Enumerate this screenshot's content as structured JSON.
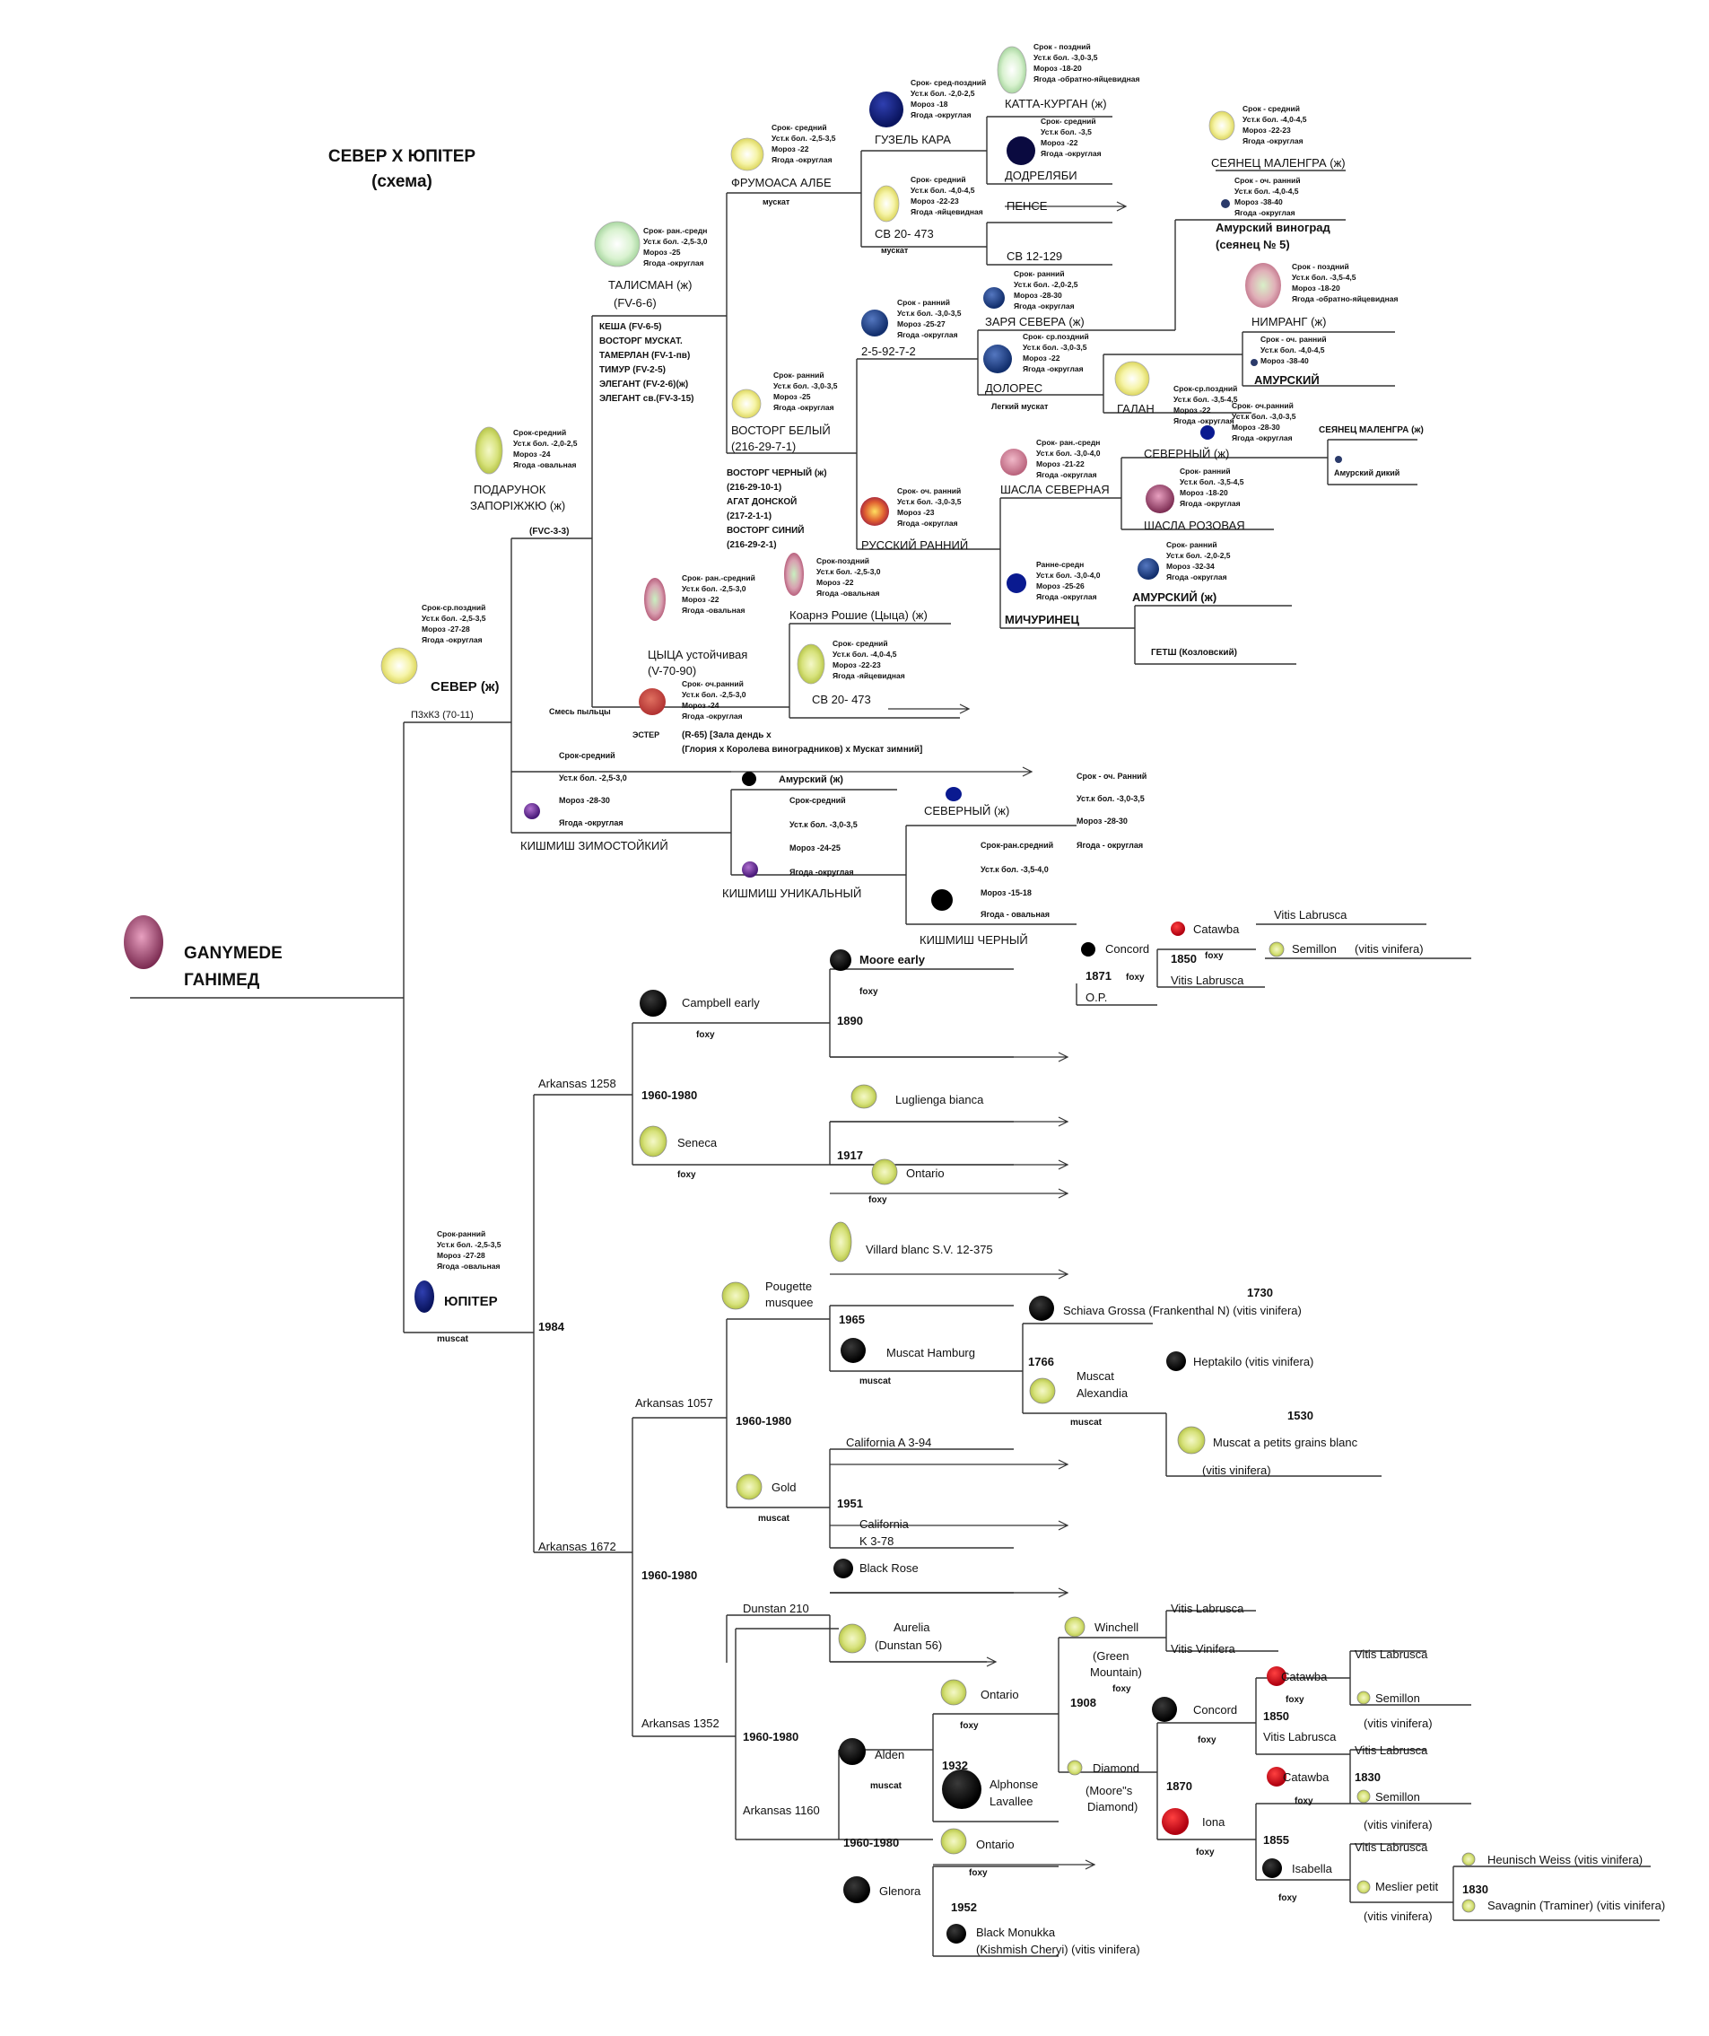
{
  "header": {
    "title_line1": "СЕВЕР Х ЮПІТЕР",
    "title_line2": "(схема)",
    "title_color": "#5a1030"
  },
  "root": {
    "name_en": "GANYMEDE",
    "name_ru": "ГАНІМЕД"
  },
  "colors": {
    "line": "#333333",
    "white_berry": "#f6f3a0",
    "green_berry": "#cfe07a",
    "black_berry": "#0a0a0a",
    "blue_berry": "#1e3a7a",
    "red_berry": "#c0111a",
    "pink_berry": "#b8607a",
    "dark_pink": "#9a3560"
  },
  "labels": {
    "sever": "СЕВЕР  (ж)",
    "sever_cross": "П3хК3 (70-11)",
    "sever_info": [
      "Срок-ср.поздний",
      "Уст.к бол. -2,5-3,5",
      "Мороз -27-28",
      "Ягода -округлая"
    ],
    "yupiter": "ЮПІТЕР",
    "yupiter_info": [
      "Срок-ранний",
      "Уст.к бол. -2,5-3,5",
      "Мороз -27-28",
      "Ягода -овальная"
    ],
    "muscat": "muscat",
    "podarunok": "ПОДАРУНОК",
    "zaporizhzhya": "ЗАПОРІЖЖЮ (ж)",
    "fvc": "(FVC-3-3)",
    "podarunok_info": [
      "Срок-средний",
      "Уст.к бол. -2,0-2,5",
      "Мороз -24",
      "Ягода -овальная"
    ],
    "talisman": "ТАЛИСМАН (ж)",
    "talisman_code": "(FV-6-6)",
    "talisman_info": [
      "Срок- ран.-средн",
      "Уст.к бол. -2,5-3,0",
      "Мороз -25",
      "Ягода -округлая"
    ],
    "kesha_list": [
      "КЕША (FV-6-5)",
      "ВОСТОРГ МУСКАТ.",
      "ТАМЕРЛАН (FV-1-пв)",
      "ТИМУР (FV-2-5)",
      "ЭЛЕГАНТ (FV-2-6)(ж)",
      "ЭЛЕГАНТ св.(FV-3-15)"
    ],
    "frumoasa": "ФРУМОАСА АЛБЕ",
    "frumoasa_info": [
      "Срок- средний",
      "Уст.к бол. -2,5-3,5",
      "Мороз -22",
      "Ягода -округлая"
    ],
    "muskat_ru": "мускат",
    "guzel": "ГУЗЕЛЬ КАРА",
    "guzel_info": [
      "Срок- сред-поздний",
      "Уст.к бол. -2,0-2,5",
      "Мороз -18",
      "Ягода -округлая"
    ],
    "katta": "КАТТА-КУРГАН (ж)",
    "katta_info": [
      "Срок - поздний",
      "Уст.к бол. -3,0-3,5",
      "Мороз -18-20",
      "Ягода -обратно-яйцевидная"
    ],
    "dodrelyabi": "ДОДРЕЛЯБИ",
    "dodrelyabi_info": [
      "Срок- средний",
      "Уст.к бол. -3,5",
      "Мороз -22",
      "Ягода -округлая"
    ],
    "sv20": "СВ 20- 473",
    "sv20_info": [
      "Срок- средний",
      "Уст.к бол. -4,0-4,5",
      "Мороз -22-23",
      "Ягода -яйцевидная"
    ],
    "pense": "ПЕНСЕ",
    "sv12": "СВ 12-129",
    "seyanets": "СЕЯНЕЦ МАЛЕНГРА (ж)",
    "seyanets_info": [
      "Срок - средний",
      "Уст.к бол. -4,0-4,5",
      "Мороз -22-23",
      "Ягода -округлая"
    ],
    "amur_grape_1": "Амурский виноград",
    "amur_grape_2": "(сеянец № 5)",
    "amur_grape_info": [
      "Срок - оч. ранний",
      "Уст.к бол. -4,0-4,5",
      "Мороз -38-40",
      "Ягода -округлая"
    ],
    "nimrang": "НИМРАНГ (ж)",
    "nimrang_info": [
      "Срок - поздний",
      "Уст.к бол. -3,5-4,5",
      "Мороз -18-20",
      "Ягода -обратно-яйцевидная"
    ],
    "amurskiy": "АМУРСКИЙ",
    "amurskiy_info": [
      "Срок - оч. ранний",
      "Уст.к бол. -4,0-4,5",
      "Мороз -38-40"
    ],
    "vostorg_bely": "ВОСТОРГ БЕЛЫЙ",
    "vostorg_bely_code": "(216-29-7-1)",
    "vostorg_bely_info": [
      "Срок- ранний",
      "Уст.к бол. -3,0-3,5",
      "Мороз -25",
      "Ягода -округлая"
    ],
    "code_2592": "2-5-92-7-2",
    "code_2592_info": [
      "Срок - ранний",
      "Уст.к бол. -3,0-3,5",
      "Мороз -25-27",
      "Ягода -округлая"
    ],
    "zarya": "ЗАРЯ СЕВЕРА (ж)",
    "zarya_info": [
      "Срок- ранний",
      "Уст.к бол. -2,0-2,5",
      "Мороз -28-30",
      "Ягода -округлая"
    ],
    "dolores": "ДОЛОРЕС",
    "dolores_info": [
      "Срок- ср.поздний",
      "Уст.к бол. -3,0-3,5",
      "Мороз -22",
      "Ягода -округлая"
    ],
    "legkiy": "Легкий мускат",
    "galan": "ГАЛАН",
    "galan_info": [
      "Срок-ср.поздний",
      "Уст.к бол. -3,5-4,5",
      "Мороз -22",
      "Ягода -округлая"
    ],
    "galan_info2": [
      "Срок- оч.ранний",
      "Уст.к бол. -3,0-3,5",
      "Мороз -28-30",
      "Ягода -округлая"
    ],
    "vostorg_cherny": [
      "ВОСТОРГ ЧЕРНЫЙ (ж)",
      "(216-29-10-1)",
      "АГАТ ДОНСКОЙ",
      "(217-2-1-1)",
      "ВОСТОРГ СИНИЙ",
      "(216-29-2-1)"
    ],
    "russkiy": "РУССКИЙ РАННИЙ",
    "russkiy_info": [
      "Срок- оч. ранний",
      "Уст.к бол. -3,0-3,5",
      "Мороз -23",
      "Ягода -округлая"
    ],
    "shasla_sev": "ШАСЛА СЕВЕРНАЯ",
    "shasla_sev_info": [
      "Срок- ран.-средн",
      "Уст.к бол. -3,0-4,0",
      "Мороз -21-22",
      "Ягода -округлая"
    ],
    "severny1": "СЕВЕРНЫЙ (ж)",
    "seyanets_small": "СЕЯНЕЦ МАЛЕНГРА (ж)",
    "amur_dikiy": "Амурский дикий",
    "shasla_roz": "ШАСЛА РОЗОВАЯ",
    "shasla_roz_info": [
      "Срок- ранний",
      "Уст.к бол. -3,5-4,5",
      "Мороз -18-20",
      "Ягода -округлая"
    ],
    "michurinets": "МИЧУРИНЕЦ",
    "michurinets_info": [
      "Ранне-средн",
      "Уст.к бол. -3,0-4,0",
      "Мороз -25-26",
      "Ягода -округлая"
    ],
    "amurskiy2": "АМУРСКИЙ (ж)",
    "amurskiy2_info": [
      "Срок- ранний",
      "Уст.к бол. -2,0-2,5",
      "Мороз -32-34",
      "Ягода -округлая"
    ],
    "getsh": "ГЕТШ (Козловский)",
    "koarne_info": [
      "Срок-поздний",
      "Уст.к бол. -2,5-3,0",
      "Мороз -22",
      "Ягода -овальная"
    ],
    "koarne": "Коарнэ Рошие (Цыца) (ж)",
    "tsytsa_info": [
      "Срок- ран.-средний",
      "Уст.к бол. -2,5-3,0",
      "Мороз -22",
      "Ягода -овальная"
    ],
    "tsytsa": "ЦЫЦА устойчивая",
    "tsytsa_code": "(V-70-90)",
    "sv20b_info": [
      "Срок- средний",
      "Уст.к бол. -4,0-4,5",
      "Мороз -22-23",
      "Ягода -яйцевидная"
    ],
    "sv20b": "СВ 20- 473",
    "smes": "Смесь пыльцы",
    "ester": "ЭСТЕР",
    "ester_info": [
      "Срок- оч.ранний",
      "Уст.к бол. -2,5-3,0",
      "Мороз -24",
      "Ягода -округлая"
    ],
    "r65": "(R-65) [Зала дендь х",
    "r65b": "(Глория х Королева виноградников) х Мускат зимний]",
    "kishmish_zim_info": [
      "Срок-средний",
      "Уст.к  бол. -2,5-3,0",
      "Мороз -28-30",
      "Ягода -округлая"
    ],
    "amurskiy3": "Амурский (ж)",
    "kishmish_zim": "КИШМИШ ЗИМОСТОЙКИЙ",
    "kishmish_un_info": [
      "Срок-средний",
      "Уст.к бол. -3,0-3,5",
      "Мороз -24-25",
      "Ягода -округлая"
    ],
    "kishmish_un": "КИШМИШ УНИКАЛЬНЫЙ",
    "severny2": "СЕВЕРНЫЙ (ж)",
    "severny2_info": [
      "Срок - оч. Ранний",
      "Уст.к бол. -3,0-3,5",
      "Мороз -28-30",
      "Ягода - округлая"
    ],
    "kishmish_ch_info": [
      "Срок-ран.средний",
      "Уст.к бол. -3,5-4,0",
      "Мороз -15-18",
      "Ягода - овальная"
    ],
    "kishmish_ch": "КИШМИШ ЧЕРНЫЙ",
    "arkansas1258": "Arkansas 1258",
    "arkansas1057": "Arkansas 1057",
    "arkansas1672": "Arkansas 1672",
    "arkansas1352": "Arkansas 1352",
    "arkansas1160": "Arkansas 1160",
    "y1984": "1984",
    "y1960a": "1960-1980",
    "y1960b": "1960-1980",
    "y1960c": "1960-1980",
    "y1960d": "1960-1980",
    "y1960e": "1960-1980",
    "campbell": "Campbell early",
    "foxy": "foxy",
    "moore": "Moore early",
    "y1890": "1890",
    "concord": "Concord",
    "y1871": "1871",
    "op": "O.P.",
    "catawba": "Catawba",
    "y1850": "1850",
    "vitis_labrusca": "Vitis Labrusca",
    "semillon": "Semillon",
    "vitis_vinifera_p": "(vitis vinifera)",
    "seneca": "Seneca",
    "lugli": "Luglienga  bianca",
    "y1917": "1917",
    "ontario": "Ontario",
    "villard": "Villard blanc  S.V. 12-375",
    "pougette1": "Pougette",
    "pougette2": "musquee",
    "y1965": "1965",
    "schiava": "Schiava Grossa (Frankenthal  N) (vitis vinifera)",
    "y1730": "1730",
    "muscat_hamburg": "Muscat Hamburg",
    "y1766": "1766",
    "muscat_alex1": "Muscat",
    "muscat_alex2": "Alexandia",
    "heptakilo": "Heptakilo (vitis vinifera)",
    "y1530": "1530",
    "muscat_petits": "Muscat a petits grains blanc",
    "gold": "Gold",
    "california1": "California    A 3-94",
    "y1951": "1951",
    "california2a": "California",
    "california2b": "K 3-78",
    "black_rose": "Black Rose",
    "dunstan": "Dunstan 210",
    "aurelia1": "Aurelia",
    "aurelia2": "(Dunstan 56)",
    "winchell": "Winchell",
    "green_mountain": [
      "(Green",
      "Mountain)"
    ],
    "vitis_vinifera": "Vitis Vinifera",
    "y1908": "1908",
    "diamond": "Diamond",
    "moores_diamond": [
      "(Moore\"s",
      "Diamond)"
    ],
    "y1870": "1870",
    "iona": "Iona",
    "y1855": "1855",
    "isabella": "Isabella",
    "y1830": "1830",
    "alden": "Alden",
    "y1932": "1932",
    "alphonse1": "Alphonse",
    "alphonse2": "Lavallee",
    "glenora": "Glenora",
    "y1952": "1952",
    "black_monukka1": "Black Monukka",
    "black_monukka2": "(Kishmish Cheryi) (vitis vinifera)",
    "heunisch": "Heunisch Weiss (vitis vinifera)",
    "meslier": "Meslier petit",
    "savagnin": "Savagnin (Traminer) (vitis vinifera)"
  }
}
